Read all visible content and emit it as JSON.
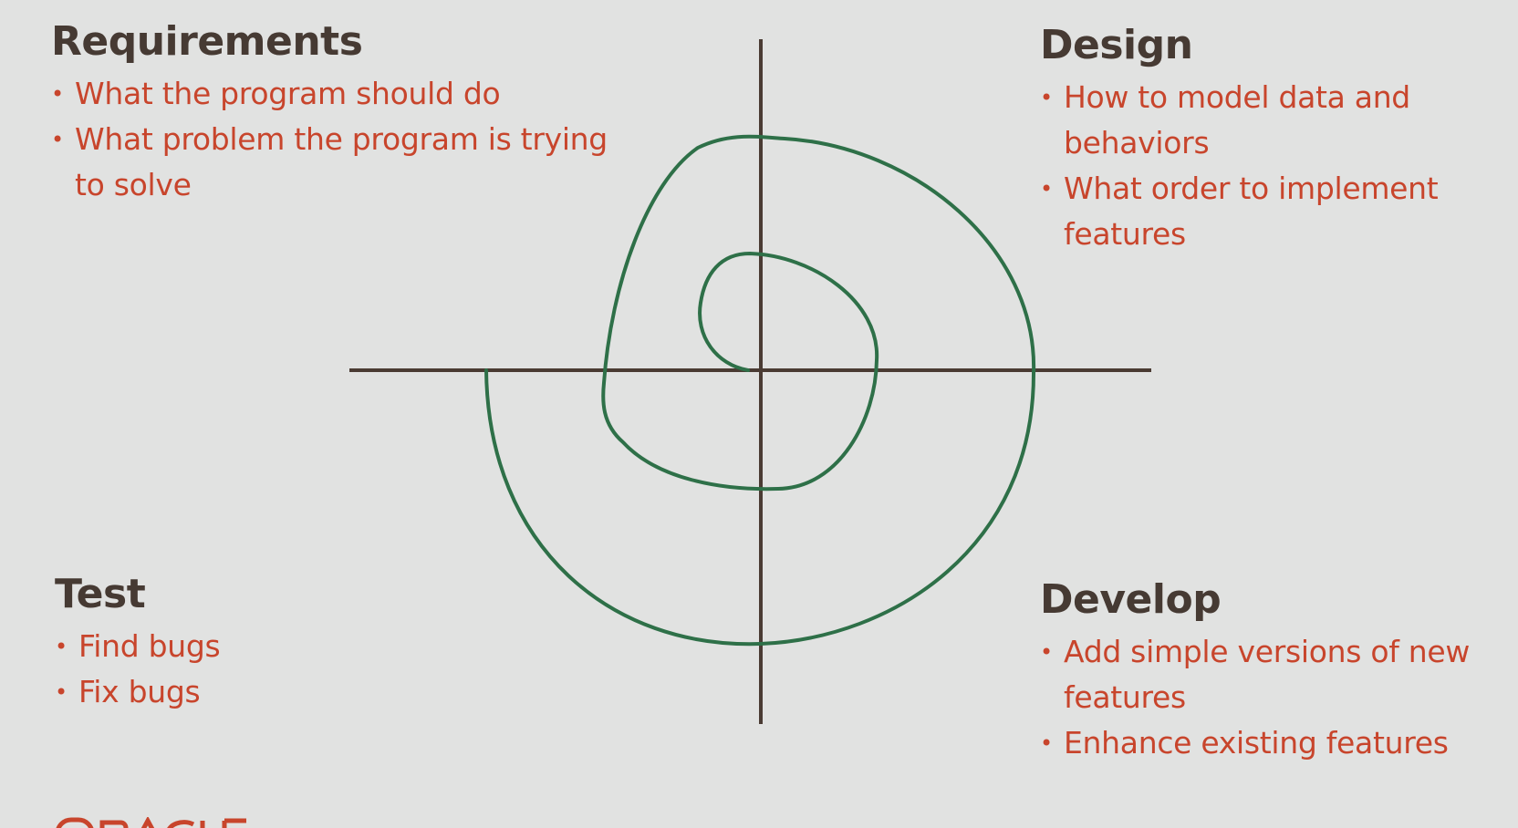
{
  "colors": {
    "background": "#e1e2e1",
    "heading": "#463a33",
    "bullet_text": "#c8452c",
    "axis": "#4a3b33",
    "spiral": "#2e7048",
    "logo": "#c8452c"
  },
  "quadrants": {
    "requirements": {
      "title": "Requirements",
      "bullets": [
        "What the program should do",
        "What problem the program is trying to solve"
      ]
    },
    "design": {
      "title": "Design",
      "bullets": [
        "How to model data and behaviors",
        "What order to implement features"
      ]
    },
    "test": {
      "title": "Test",
      "bullets": [
        "Find bugs",
        "Fix bugs"
      ]
    },
    "develop": {
      "title": "Develop",
      "bullets": [
        "Add simple versions of new features",
        "Enhance existing features"
      ]
    }
  },
  "bullet_glyph": "•",
  "logo": {
    "icon": "oracle-logo-icon"
  }
}
